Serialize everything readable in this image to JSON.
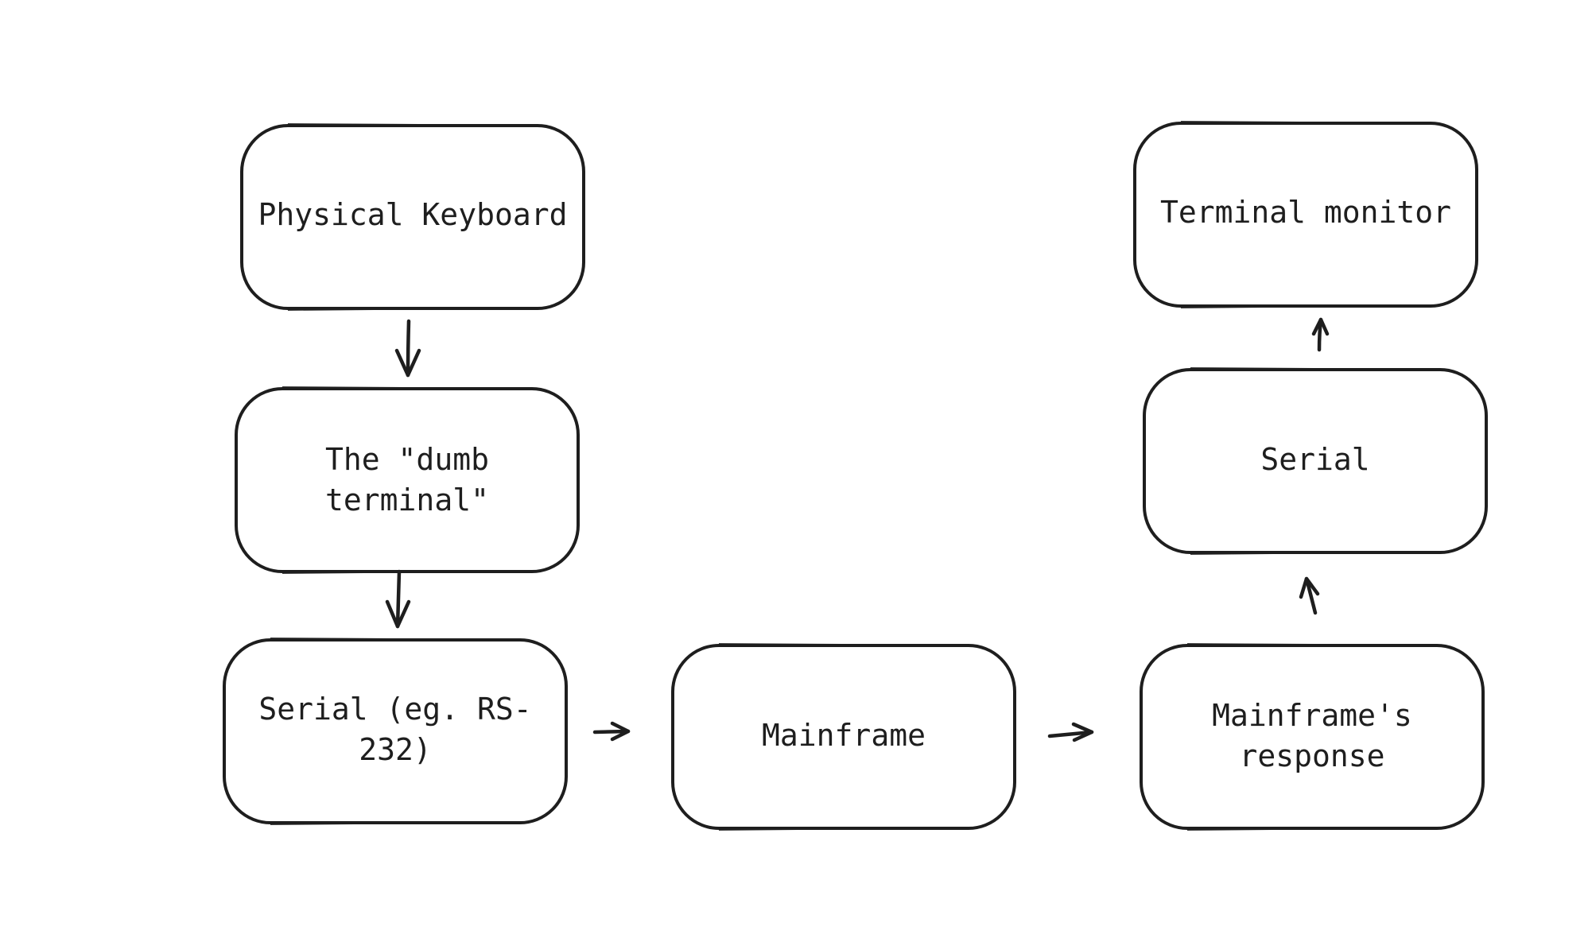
{
  "nodes": {
    "keyboard": {
      "lines": [
        "Physical Keyboard"
      ]
    },
    "dumb_terminal": {
      "lines": [
        "The \"dumb",
        "terminal\""
      ]
    },
    "serial_rs232": {
      "lines": [
        "Serial (eg. RS-",
        "232)"
      ]
    },
    "mainframe": {
      "lines": [
        "Mainframe"
      ]
    },
    "mainframe_response": {
      "lines": [
        "Mainframe's",
        "response"
      ]
    },
    "serial_return": {
      "lines": [
        "Serial"
      ]
    },
    "terminal_monitor": {
      "lines": [
        "Terminal monitor"
      ]
    }
  },
  "edges": [
    {
      "from": "keyboard",
      "to": "dumb_terminal"
    },
    {
      "from": "dumb_terminal",
      "to": "serial_rs232"
    },
    {
      "from": "serial_rs232",
      "to": "mainframe"
    },
    {
      "from": "mainframe",
      "to": "mainframe_response"
    },
    {
      "from": "mainframe_response",
      "to": "serial_return"
    },
    {
      "from": "serial_return",
      "to": "terminal_monitor"
    }
  ],
  "colors": {
    "stroke": "#1e1e1e",
    "background": "#ffffff"
  }
}
